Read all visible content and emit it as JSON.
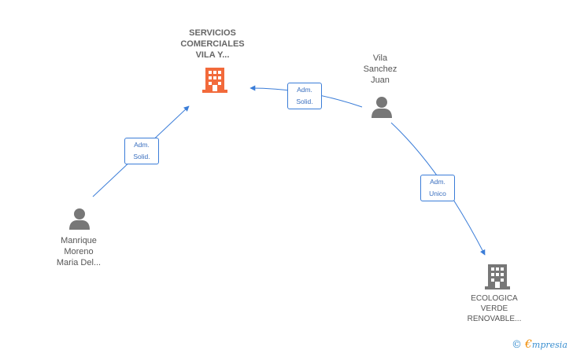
{
  "nodes": {
    "servicios": {
      "line1": "SERVICIOS",
      "line2": "COMERCIALES",
      "line3": "VILA Y...",
      "icon": "building-icon",
      "color": "#f26a3b"
    },
    "vila": {
      "line1": "Vila",
      "line2": "Sanchez",
      "line3": "Juan",
      "icon": "person-icon",
      "color": "#777777"
    },
    "manrique": {
      "line1": "Manrique",
      "line2": "Moreno",
      "line3": "Maria Del...",
      "icon": "person-icon",
      "color": "#777777"
    },
    "ecologica": {
      "line1": "ECOLOGICA",
      "line2": "VERDE",
      "line3": "RENOVABLE...",
      "icon": "building-icon",
      "color": "#777777"
    }
  },
  "edges": [
    {
      "line1": "Adm.",
      "line2": "Solid."
    },
    {
      "line1": "Adm.",
      "line2": "Solid."
    },
    {
      "line1": "Adm.",
      "line2": "Unico"
    }
  ],
  "colors": {
    "edge": "#3b7dd8"
  },
  "footer": {
    "copyright": "©",
    "brand_initial": "€",
    "brand_rest": "mpresia"
  }
}
